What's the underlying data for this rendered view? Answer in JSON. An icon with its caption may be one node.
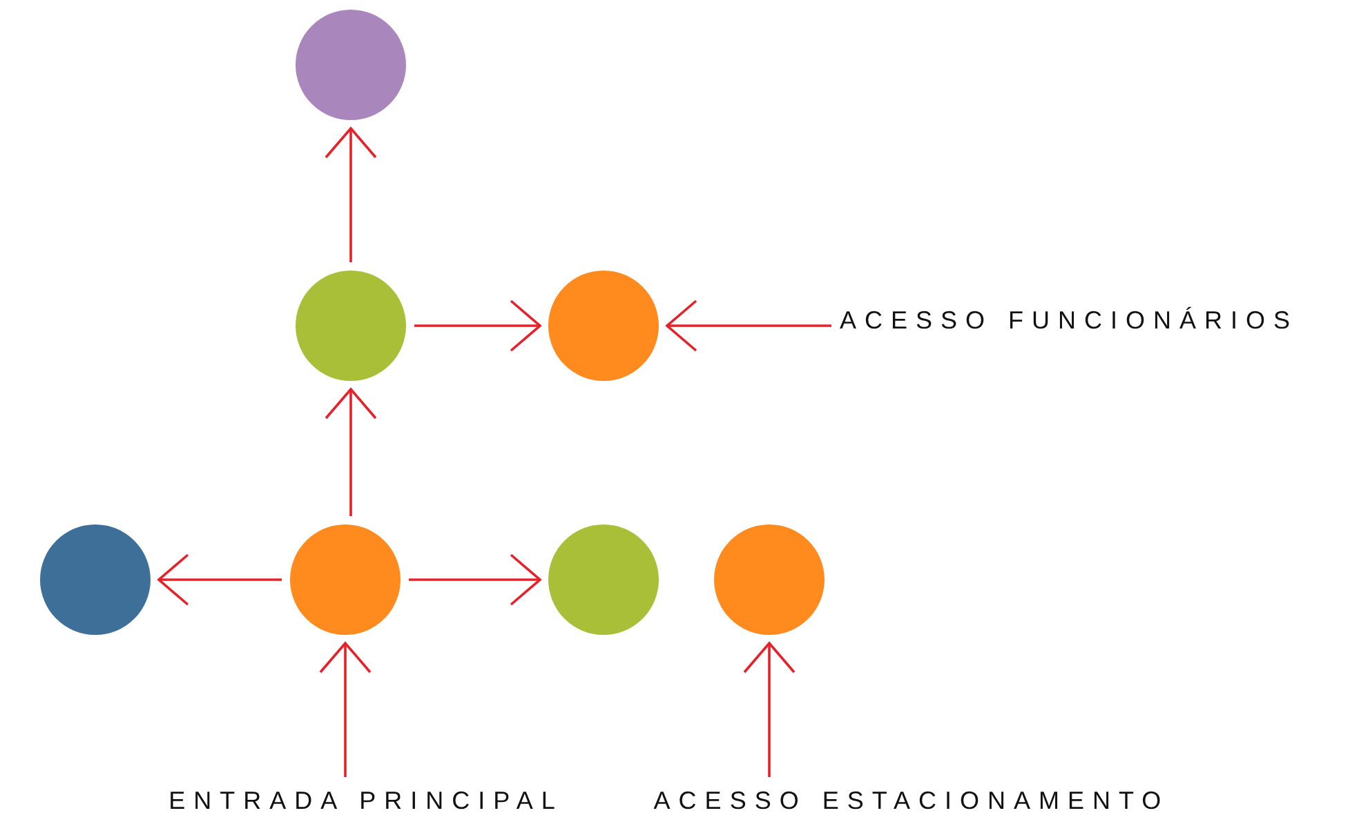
{
  "diagram": {
    "nodes": [
      {
        "text": [],
        "shape": "circle"
      },
      {
        "text": [],
        "shape": "circle"
      },
      {
        "text": [],
        "shape": "circle"
      },
      {
        "text": [
          "ACESSO FUNCIONÁRIOS"
        ]
      },
      {
        "text": [],
        "shape": "circle"
      },
      {
        "text": [],
        "shape": "circle"
      },
      {
        "text": [],
        "shape": "circle"
      },
      {
        "text": [],
        "shape": "circle"
      },
      {
        "text": [
          "ENTRADA PRINCIPAL"
        ]
      },
      {
        "text": [
          "ACESSO ESTACIONAMENTO"
        ]
      }
    ],
    "edges": [
      {
        "from": 1,
        "to": 0,
        "arrow": "to"
      },
      {
        "from": 1,
        "to": 2,
        "arrow": "to"
      },
      {
        "from": 3,
        "to": 2,
        "arrow": "to"
      },
      {
        "from": 5,
        "to": 1,
        "arrow": "to"
      },
      {
        "from": 5,
        "to": 4,
        "arrow": "to"
      },
      {
        "from": 5,
        "to": 6,
        "arrow": "to"
      },
      {
        "from": 8,
        "to": 5,
        "arrow": "to"
      },
      {
        "from": 9,
        "to": 7,
        "arrow": "to"
      }
    ]
  }
}
